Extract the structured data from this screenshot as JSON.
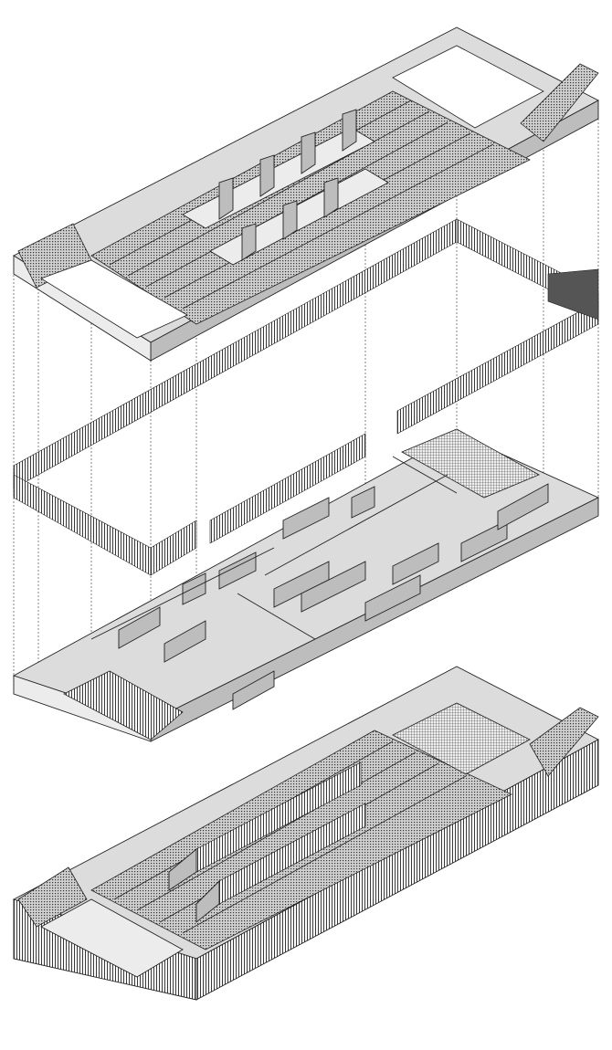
{
  "diagram": {
    "type": "exploded-axonometric",
    "layers": [
      "roof",
      "facade",
      "floor-plan",
      "assembled-building"
    ],
    "colors": {
      "line": "#222222",
      "top_face": "#dcdcdc",
      "side_face": "#bdbdbd",
      "light_face": "#ececec",
      "background": "#ffffff"
    }
  }
}
